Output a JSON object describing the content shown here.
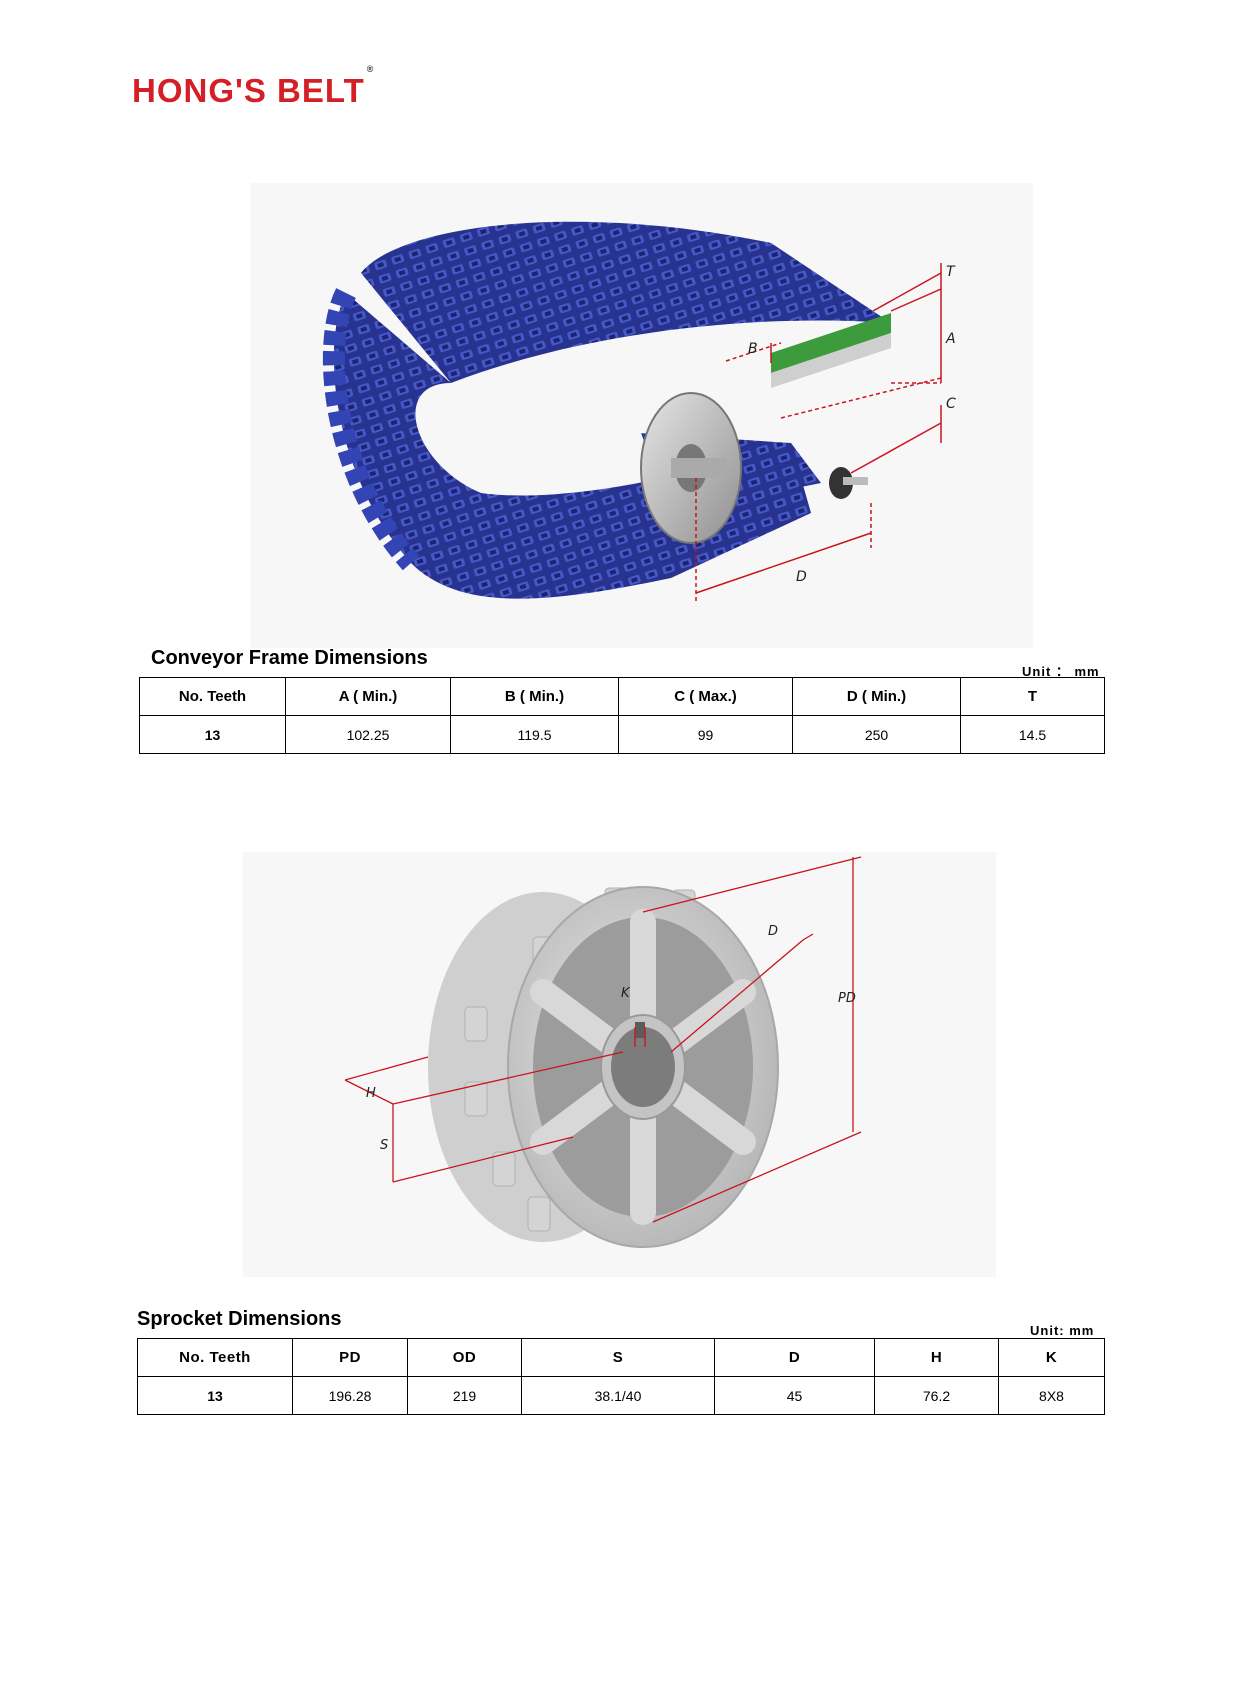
{
  "brand": {
    "logo_text": "HONG'S BELT",
    "registered_mark": "®",
    "color": "#d41f26"
  },
  "figure1": {
    "labels": {
      "t": "T",
      "a": "A",
      "b": "B",
      "c": "C",
      "d": "D"
    },
    "belt_color": "#2f3c9e",
    "dimension_color": "#c9141e"
  },
  "conveyor_frame": {
    "title": "Conveyor Frame Dimensions",
    "unit": "Unit ： mm",
    "headers": [
      "No. Teeth",
      "A ( Min.)",
      "B ( Min.)",
      "C ( Max.)",
      "D ( Min.)",
      "T"
    ],
    "rows": [
      [
        "13",
        "102.25",
        "119.5",
        "99",
        "250",
        "14.5"
      ]
    ]
  },
  "figure2": {
    "labels": {
      "d": "D",
      "k": "K",
      "pd": "PD",
      "h": "H",
      "s": "S"
    },
    "sprocket_color": "#c8c8c8"
  },
  "sprocket": {
    "title": "Sprocket Dimensions",
    "unit": "Unit: mm",
    "headers": [
      "No. Teeth",
      "PD",
      "OD",
      "S",
      "D",
      "H",
      "K"
    ],
    "rows": [
      [
        "13",
        "196.28",
        "219",
        "38.1/40",
        "45",
        "76.2",
        "8X8"
      ]
    ]
  }
}
